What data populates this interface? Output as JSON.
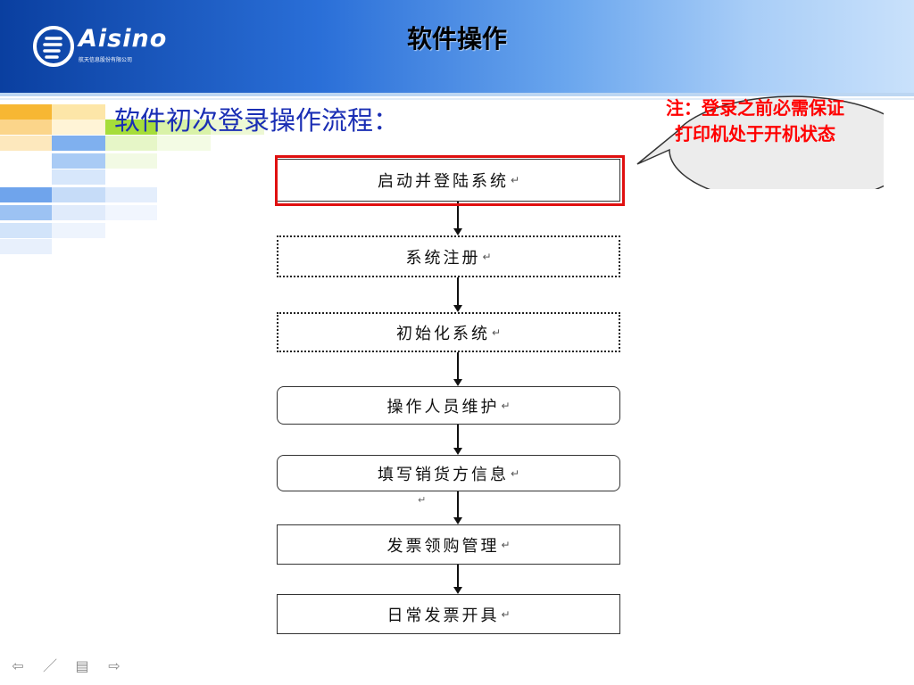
{
  "header": {
    "title": "软件操作",
    "logo": {
      "name": "Aisino",
      "sub": "航天信息股份有限公司"
    }
  },
  "subtitle": "软件初次登录操作流程：",
  "callout": {
    "text": "注：登录之前必需保证打印机处于开机状态"
  },
  "flow": {
    "steps": [
      {
        "label": "启动并登陆系统",
        "style": "solid",
        "highlighted": true
      },
      {
        "label": "系统注册",
        "style": "dotted"
      },
      {
        "label": "初始化系统",
        "style": "dotted"
      },
      {
        "label": "操作人员维护",
        "style": "rounded"
      },
      {
        "label": "填写销货方信息",
        "style": "rounded"
      },
      {
        "label": "发票领购管理",
        "style": "solid"
      },
      {
        "label": "日常发票开具",
        "style": "solid"
      }
    ],
    "return_mark": "↵",
    "highlight_color": "#e01010"
  },
  "colors": {
    "header_dark": "#0a3fa0",
    "header_light": "#c9e1fb",
    "subtitle": "#1a2eb4",
    "callout_text": "#ff0000"
  },
  "nav": {
    "icons": [
      "prev-arrow-icon",
      "pen-icon",
      "menu-icon",
      "next-arrow-icon"
    ]
  }
}
